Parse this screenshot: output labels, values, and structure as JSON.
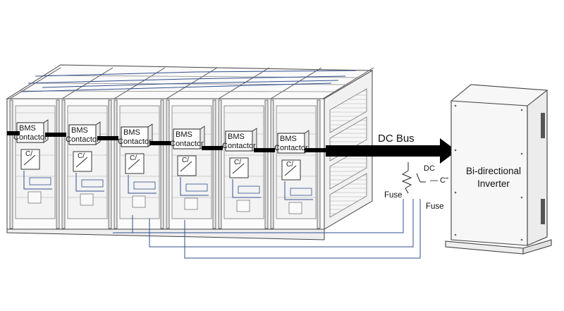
{
  "diagram": {
    "modules": [
      {
        "bms": "BMS",
        "contactor": "Contactor",
        "symbol": "C/"
      },
      {
        "bms": "BMS",
        "contactor": "Contactor",
        "symbol": "C/"
      },
      {
        "bms": "BMS",
        "contactor": "Contactor",
        "symbol": "C/"
      },
      {
        "bms": "BMS",
        "contactor": "Contactor",
        "symbol": "C/"
      },
      {
        "bms": "BMS",
        "contactor": "Contactor",
        "symbol": "C/"
      },
      {
        "bms": "BMS",
        "contactor": "Contactor",
        "symbol": "C/"
      }
    ],
    "dc_bus_label": "DC Bus",
    "dc_label": "DC",
    "cdp_label": "— C\"",
    "fuse_left": "Fuse",
    "fuse_right": "Fuse",
    "inverter": {
      "line1": "Bi-directional",
      "line2": "Inverter"
    },
    "colors": {
      "bus": "#000000",
      "wiring": "#2f4f8f",
      "frame": "#333333"
    }
  }
}
